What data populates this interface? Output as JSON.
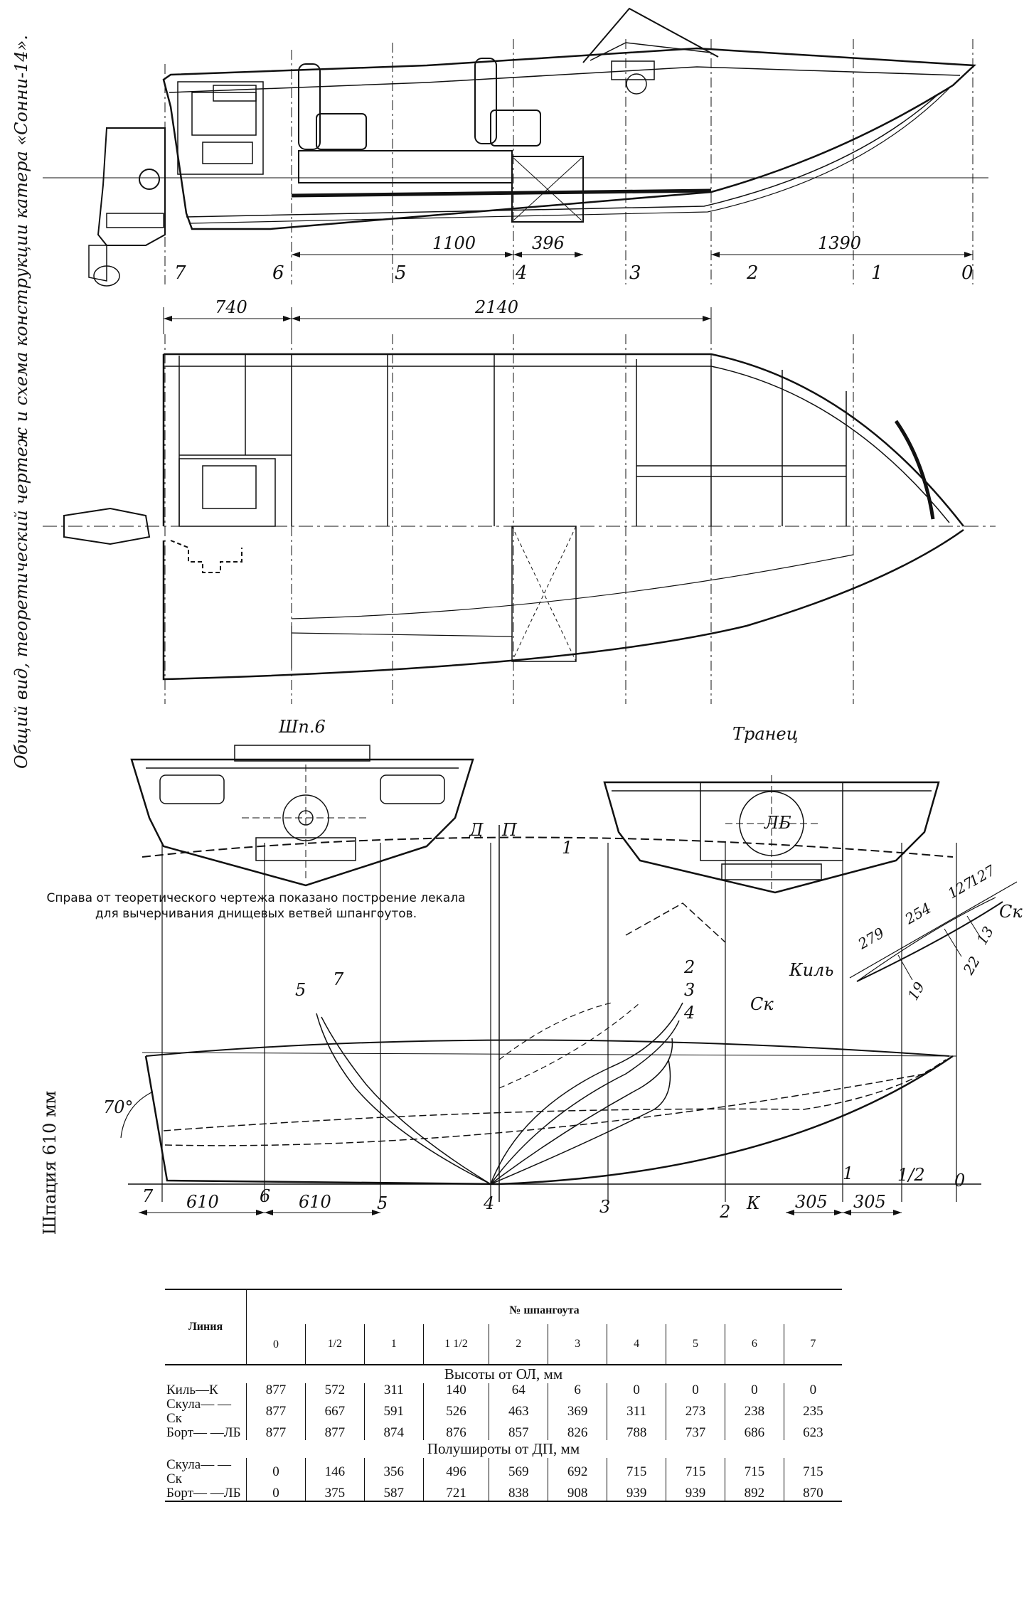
{
  "side_title": "Общий вид, теоретический чертеж и схема конструкции катера «Сонни-14».",
  "spacing_label": "Шпация 610 мм",
  "caption": {
    "line1": "Справа от теоретического чертежа показано построение лекала",
    "line2": "для вычерчивания днищевых ветвей шпангоутов."
  },
  "profile": {
    "frames": [
      "7",
      "6",
      "5",
      "4",
      "3",
      "2",
      "1",
      "0"
    ],
    "dims": [
      "1100",
      "396",
      "1390"
    ]
  },
  "plan": {
    "dims": [
      "740",
      "2140"
    ]
  },
  "sections": {
    "frame6_label": "Шп.6",
    "transom_label": "Транец"
  },
  "template": {
    "dims": [
      "279",
      "254",
      "127",
      "127"
    ],
    "offsets": [
      "19",
      "22",
      "13"
    ],
    "keel_label": "Киль",
    "chine_label": "Ск"
  },
  "lines_drawing": {
    "angle": "70°",
    "frame_labels": [
      "7",
      "6",
      "5",
      "4",
      "3",
      "2",
      "1",
      "1/2",
      "0"
    ],
    "dims": [
      "610",
      "610",
      "305",
      "305"
    ],
    "labels": {
      "d": "Д",
      "p": "П",
      "lb": "ЛБ",
      "sk": "Ск",
      "k": "К"
    },
    "section_numbers": [
      "1",
      "2",
      "3",
      "4",
      "5",
      "7"
    ]
  },
  "table": {
    "col_header_line": "Линия",
    "frames_header": "№ шпангоута",
    "frames": [
      "0",
      "1/2",
      "1",
      "1 1/2",
      "2",
      "3",
      "4",
      "5",
      "6",
      "7"
    ],
    "heights_title": "Высоты от ОЛ, мм",
    "halfbreadths_title": "Полушироты от ДП, мм",
    "heights": [
      {
        "label": "Киль—К",
        "values": [
          "877",
          "572",
          "311",
          "140",
          "64",
          "6",
          "0",
          "0",
          "0",
          "0"
        ]
      },
      {
        "label": "Скула— —Ск",
        "values": [
          "877",
          "667",
          "591",
          "526",
          "463",
          "369",
          "311",
          "273",
          "238",
          "235"
        ]
      },
      {
        "label": "Борт— —ЛБ",
        "values": [
          "877",
          "877",
          "874",
          "876",
          "857",
          "826",
          "788",
          "737",
          "686",
          "623"
        ]
      }
    ],
    "halfbreadths": [
      {
        "label": "Скула— —Ск",
        "values": [
          "0",
          "146",
          "356",
          "496",
          "569",
          "692",
          "715",
          "715",
          "715",
          "715"
        ]
      },
      {
        "label": "Борт— —ЛБ",
        "values": [
          "0",
          "375",
          "587",
          "721",
          "838",
          "908",
          "939",
          "939",
          "892",
          "870"
        ]
      }
    ]
  }
}
